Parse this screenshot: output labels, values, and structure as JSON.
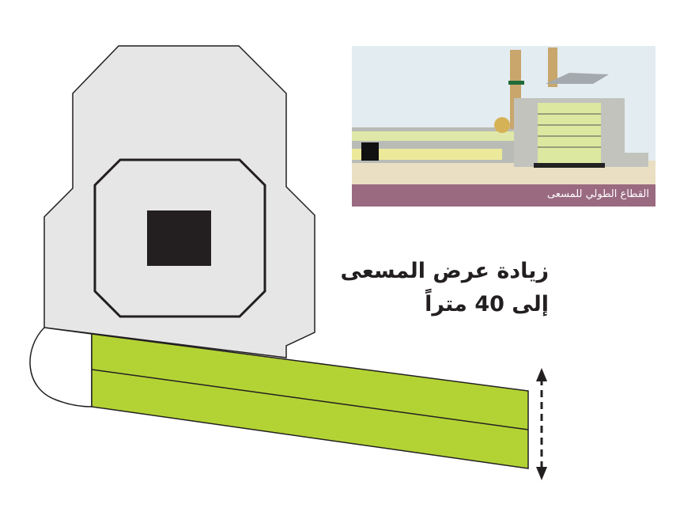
{
  "photo": {
    "caption": "القطاع الطولي للمسعى"
  },
  "heading": {
    "line1": "زيادة عرض المسعى",
    "line2": "إلى 40 متراً"
  },
  "colors": {
    "green": "#b3d335",
    "gray": "#e6e6e6",
    "caption_bg": "#9a6a80",
    "dark": "#231f20"
  }
}
